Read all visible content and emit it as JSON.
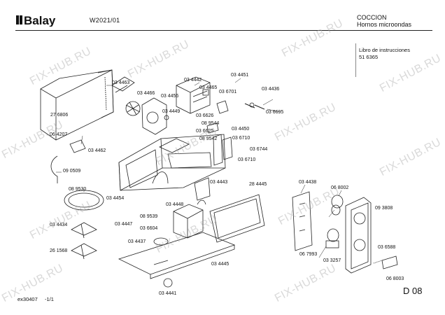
{
  "header": {
    "brand": "Balay",
    "model": "W2021/01",
    "category": "COCCION",
    "subcategory": "Hornos microondas"
  },
  "manual": {
    "title": "Libro de instrucciones",
    "number": "51 6365"
  },
  "footer": {
    "doc_code": "ex30407",
    "page": "-1/1",
    "sheet": "D 08"
  },
  "watermark": "FIX-HUB.RU",
  "parts": [
    "03 4463",
    "27 6806",
    "06 4207",
    "03 4462",
    "09 0509",
    "08 9530",
    "03 4454",
    "03 4434",
    "26 1568",
    "03 4466",
    "03 4456",
    "03 4442",
    "03 4449",
    "03 4465",
    "03 6626",
    "08 9544",
    "03 4451",
    "03 6701",
    "03 4436",
    "03 6695",
    "03 4450",
    "03 6625",
    "03 6710",
    "08 9542",
    "03 6744",
    "03 6710",
    "03 4443",
    "28 4445",
    "03 4438",
    "06 8002",
    "09 3808",
    "03 4447",
    "08 9539",
    "03 4448",
    "03 6604",
    "03 4437",
    "03 4445",
    "03 4441",
    "06 7993",
    "03 3257",
    "03 6588",
    "06 8003"
  ]
}
